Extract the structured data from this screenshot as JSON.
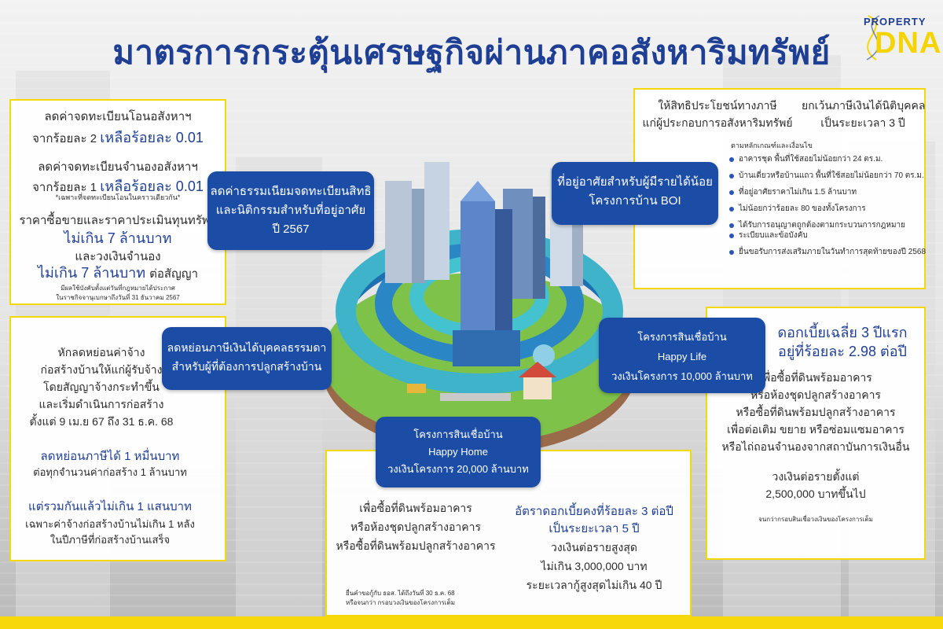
{
  "header": {
    "title": "มาตรการกระตุ้นเศรษฐกิจผ่านภาคอสังหาริมทรัพย์",
    "logo_line1": "PROPERTY",
    "logo_line2": "DNA"
  },
  "colors": {
    "title_blue": "#1f3f94",
    "callout_blue": "#1b4ca6",
    "accent_yellow": "#f5d90a",
    "teal": "#2fa7b8"
  },
  "panel_top_left": {
    "line1": "ลดค่าจดทะเบียนโอนอสังหาฯ",
    "line2a": "จากร้อยละ 2 ",
    "line2b": "เหลือร้อยละ 0.01",
    "line3": "ลดค่าจดทะเบียนจำนองอสังหาฯ",
    "line4a": "จากร้อยละ 1 ",
    "line4b": "เหลือร้อยละ 0.01",
    "note1": "*เฉพาะที่จดทะเบียนโอนในคราวเดียวกัน*",
    "line5": "ราคาซื้อขายและราคาประเมินทุนทรัพย์",
    "line6": "ไม่เกิน 7 ล้านบาท",
    "line7": "และวงเงินจำนอง",
    "line8a": "ไม่เกิน 7 ล้านบาท ",
    "line8b": "ต่อสัญญา",
    "foot1": "มีผลใช้บังคับตั้งแต่วันที่กฎหมายได้ประกาศ",
    "foot2": "ในราชกิจจานุเบกษาถึงวันที่ 31 ธันวาคม 2567"
  },
  "panel_mid_left": {
    "line1": "หักลดหย่อนค่าจ้าง",
    "line2": "ก่อสร้างบ้านให้แก่ผู้รับจ้าง",
    "line3": "โดยสัญญาจ้างกระทำขึ้น",
    "line4": "และเริ่มดำเนินการก่อสร้าง",
    "line5": "ตั้งแต่ 9 เม.ย 67 ถึง 31 ธ.ค. 68",
    "line6": "ลดหย่อนภาษีได้ 1 หมื่นบาท",
    "line7": "ต่อทุกจำนวนค่าก่อสร้าง 1 ล้านบาท",
    "line8": "แต่รวมกันแล้วไม่เกิน 1 แสนบาท",
    "line9": "เฉพาะค่าจ้างก่อสร้างบ้านไม่เกิน 1 หลัง",
    "line10": "ในปีภาษีที่ก่อสร้างบ้านเสร็จ"
  },
  "panel_top_right": {
    "col1_line1": "ให้สิทธิประโยชน์ทางภาษี",
    "col1_line2": "แก่ผู้ประกอบการอสังหาริมทรัพย์",
    "col2_line1": "ยกเว้นภาษีเงินได้นิติบุคคล",
    "col2_line2": "เป็นระยะเวลา 3 ปี",
    "criteria_heading": "ตามหลักเกณฑ์และเงื่อนไข",
    "bullets": [
      "อาคารชุด พื้นที่ใช้สอยไม่น้อยกว่า 24 ตร.ม.",
      "บ้านเดี่ยวหรือบ้านแถว พื้นที่ใช้สอยไม่น้อยกว่า 70 ตร.ม.",
      "ที่อยู่อาศัยราคาไม่เกิน 1.5 ล้านบาท",
      "ไม่น้อยกว่าร้อยละ 80 ของทั้งโครงการ",
      "ได้รับการอนุญาตถูกต้องตามกระบวนการกฎหมาย",
      "ยื่นขอรับการส่งเสริมภายในวันทำการสุดท้ายของปี 2568"
    ],
    "bullet5_cont": "ระเบียบและข้อบังคับ"
  },
  "panel_mid_right": {
    "line1": "ดอกเบี้ยเฉลี่ย 3 ปีแรก",
    "line2": "อยู่ที่ร้อยละ 2.98 ต่อปี",
    "line3": "เพื่อซื้อที่ดินพร้อมอาคาร",
    "line4": "หรือห้องชุดปลูกสร้างอาคาร",
    "line5": "หรือซื้อที่ดินพร้อมปลูกสร้างอาคาร",
    "line6": "เพื่อต่อเติม ขยาย หรือซ่อมแซมอาคาร",
    "line7": "หรือไถ่ถอนจำนองจากสถาบันการเงินอื่น",
    "line8": "วงเงินต่อรายตั้งแต่",
    "line9": "2,500,000 บาทขึ้นไป",
    "foot": "จนกว่ากรอบสินเชื่อวงเงินของโครงการเต็ม"
  },
  "panel_bottom": {
    "left_line1": "เพื่อซื้อที่ดินพร้อมอาคาร",
    "left_line2": "หรือห้องชุดปลูกสร้างอาคาร",
    "left_line3": "หรือซื้อที่ดินพร้อมปลูกสร้างอาคาร",
    "right_line1": "อัตราดอกเบี้ยคงที่ร้อยละ 3 ต่อปี",
    "right_line2": "เป็นระยะเวลา 5 ปี",
    "right_line3": "วงเงินต่อรายสูงสุด",
    "right_line4": "ไม่เกิน 3,000,000 บาท",
    "right_line5": "ระยะเวลากู้สูงสุดไม่เกิน 40 ปี",
    "foot1": "ยื่นคำขอกู้กับ ธอส. ได้ถึงวันที่ 30 ธ.ค. 68",
    "foot2": "หรือจนกว่า กรอบวงเงินของโครงการเต็ม"
  },
  "callouts": {
    "c1": [
      "ลดค่าธรรมเนียมจดทะเบียนสิทธิ",
      "และนิติกรรมสำหรับที่อยู่อาศัย",
      "ปี 2567"
    ],
    "c2": [
      "ที่อยู่อาศัยสำหรับผู้มีรายได้น้อย",
      "โครงการบ้าน BOI"
    ],
    "c3": [
      "ลดหย่อนภาษีเงินได้บุคคลธรรมดา",
      "สำหรับผู้ที่ต้องการปลูกสร้างบ้าน"
    ],
    "c4": [
      "โครงการสินเชื่อบ้าน",
      "Happy Life",
      "วงเงินโครงการ 10,000 ล้านบาท"
    ],
    "c5": [
      "โครงการสินเชื่อบ้าน",
      "Happy Home",
      "วงเงินโครงการ 20,000 ล้านบาท"
    ]
  }
}
